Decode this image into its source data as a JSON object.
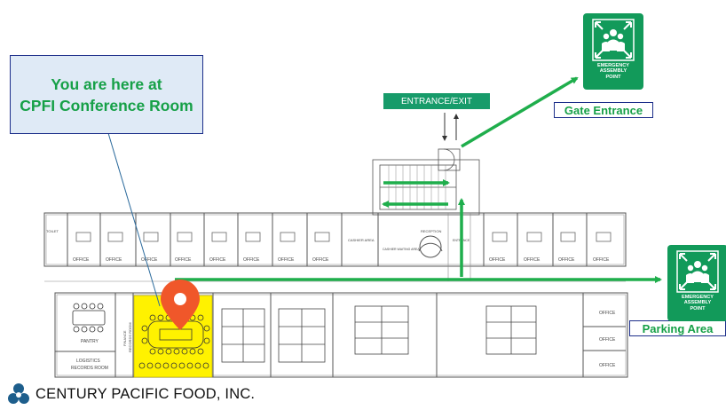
{
  "callout": {
    "line1": "You are here at",
    "line2": "CPFI Conference Room"
  },
  "entrance": {
    "label": "ENTRANCE/EXIT"
  },
  "gate": {
    "label": "Gate Entrance"
  },
  "parking": {
    "label": "Parking Area"
  },
  "assembly_point": {
    "line1": "EMERGENCY",
    "line2": "ASSEMBLY",
    "line3": "POINT"
  },
  "company": {
    "name": "CENTURY PACIFIC FOOD, INC."
  },
  "rooms": {
    "office": "OFFICE",
    "pantry": "PANTRY",
    "logistics_1": "LOGISTICS",
    "logistics_2": "RECORDS ROOM",
    "finance_1": "FINANCE",
    "finance_2": "RECORDS ROOM",
    "cashier": "CASHIER AREA",
    "waiting": "CASHIER WAITING AREA",
    "reception": "RECEPTION",
    "entrance_small": "ENTRANCE",
    "toilet": "TOILET"
  },
  "colors": {
    "route": "#1fae4c",
    "marker": "#f0572a",
    "highlight": "#fff200",
    "sign": "#129a5a",
    "border": "#1c2e8a"
  },
  "icons": {
    "marker": "location-pin-icon",
    "assembly": "assembly-point-icon",
    "logo": "company-logo-icon"
  }
}
